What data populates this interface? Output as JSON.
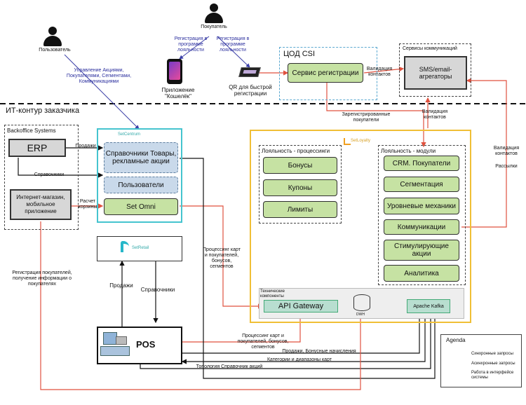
{
  "actors": {
    "user": "Пользователь",
    "buyer": "Покупатель"
  },
  "annotations": {
    "user_actions": "Управление Акциями, Покупателями, Сегментами, Коммуникациями",
    "reg_loyalty_1": "Регистрация в программе лояльности",
    "reg_loyalty_2": "Регистрация в программе лояльности",
    "wallet_app": "Приложение \"Кошелёк\"",
    "qr": "QR для быстрой регистрации",
    "contact_validation_1": "Валидация контактов",
    "contact_validation_2": "Валидация контактов",
    "contact_validation_3": "Валидация контактов",
    "mailings": "Рассылки",
    "registered_buyers": "Зарегистрированные покупатели",
    "sales_1": "Продажи",
    "refs_1": "Справочники",
    "basket_calc": "Расчет корзины",
    "card_processing": "Процессинг карт и покупателей, бонусов, сегментов",
    "sales_2": "Продажи",
    "refs_2": "Справочники",
    "buyer_registration": "Регистрация покупателей, получение информации о покупателях",
    "pos_processing": "Процессинг карт и покупателей, бонусов, сегментов",
    "sales_bonus": "Продажи, Бонусные начисления",
    "categories_ranges": "Категории и диапазоны карт",
    "topology": "Топология Справочник акций"
  },
  "csi": {
    "title": "ЦОД CSI",
    "registration_service": "Сервис регистрации"
  },
  "comm_services": {
    "title": "Сервисы коммуникаций",
    "aggregators": "SMS/email-агрегаторы"
  },
  "it_contour": "ИТ-контур заказчика",
  "backoffice": {
    "title": "Backoffice Systems",
    "erp": "ERP",
    "eshop": "Интернет-магазин, мобильное приложение"
  },
  "setcentrum": {
    "logo": "SetCentrum",
    "refs": "Справочники Товары, рекламные акции",
    "users": "Пользователи",
    "set_omni": "Set Omni"
  },
  "setretail": {
    "logo": "SetRetail",
    "pos": "POS"
  },
  "setloyalty": {
    "logo": "SetLoyalty",
    "processes_title": "Лояльность - процессинги",
    "processes": [
      "Бонусы",
      "Купоны",
      "Лимиты"
    ],
    "modules_title": "Лояльность - модули",
    "modules": [
      "CRM. Покупатели",
      "Сегментация",
      "Уровневые механики",
      "Коммуникации",
      "Стимулирующие акции",
      "Аналитика"
    ],
    "tech_title": "Технические компоненты",
    "api_gateway": "API Gateway",
    "dwh": "DWH",
    "kafka": "Apache Kafka"
  },
  "agenda": {
    "title": "Agenda",
    "sync": "Синхронные запросы",
    "async": "Асинхронные запросы",
    "ui": "Работа в интерфейсе системы"
  },
  "colors": {
    "red_arrow": "#e0523f",
    "black_arrow": "#111111",
    "blue_arrow": "#3b3fa8",
    "green_box": "#c6e2a3",
    "setcentrum_border": "#45c4cf",
    "setloyalty_border": "#f0bf36"
  },
  "icons": [
    "person-icon",
    "wallet-phone-icon",
    "qr-scanner-icon",
    "pos-terminal-icon",
    "database-icon",
    "setcentrum-logo-icon",
    "setretail-logo-icon",
    "setloyalty-logo-icon"
  ]
}
